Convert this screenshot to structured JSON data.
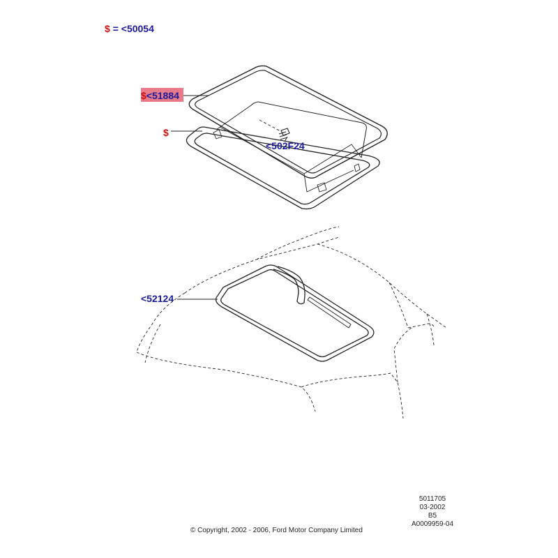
{
  "legend": {
    "symbol": "$",
    "equals": "=",
    "part": "<50054"
  },
  "callouts": {
    "seal_outer": {
      "symbol": "$",
      "part": "<51884"
    },
    "glass_panel": {
      "symbol": "$"
    },
    "screw": {
      "part": "<502F24"
    },
    "roof_seal": {
      "part": "<52124"
    }
  },
  "info": {
    "line1": "5011705",
    "line2": "03-2002",
    "line3": "B5",
    "line4": "A0009959-04"
  },
  "copyright": "© Copyright, 2002 - 2006, Ford Motor Company Limited",
  "colors": {
    "symbol": "#cc1111",
    "part": "#1a1a9c",
    "highlight": "#e87a8a"
  }
}
